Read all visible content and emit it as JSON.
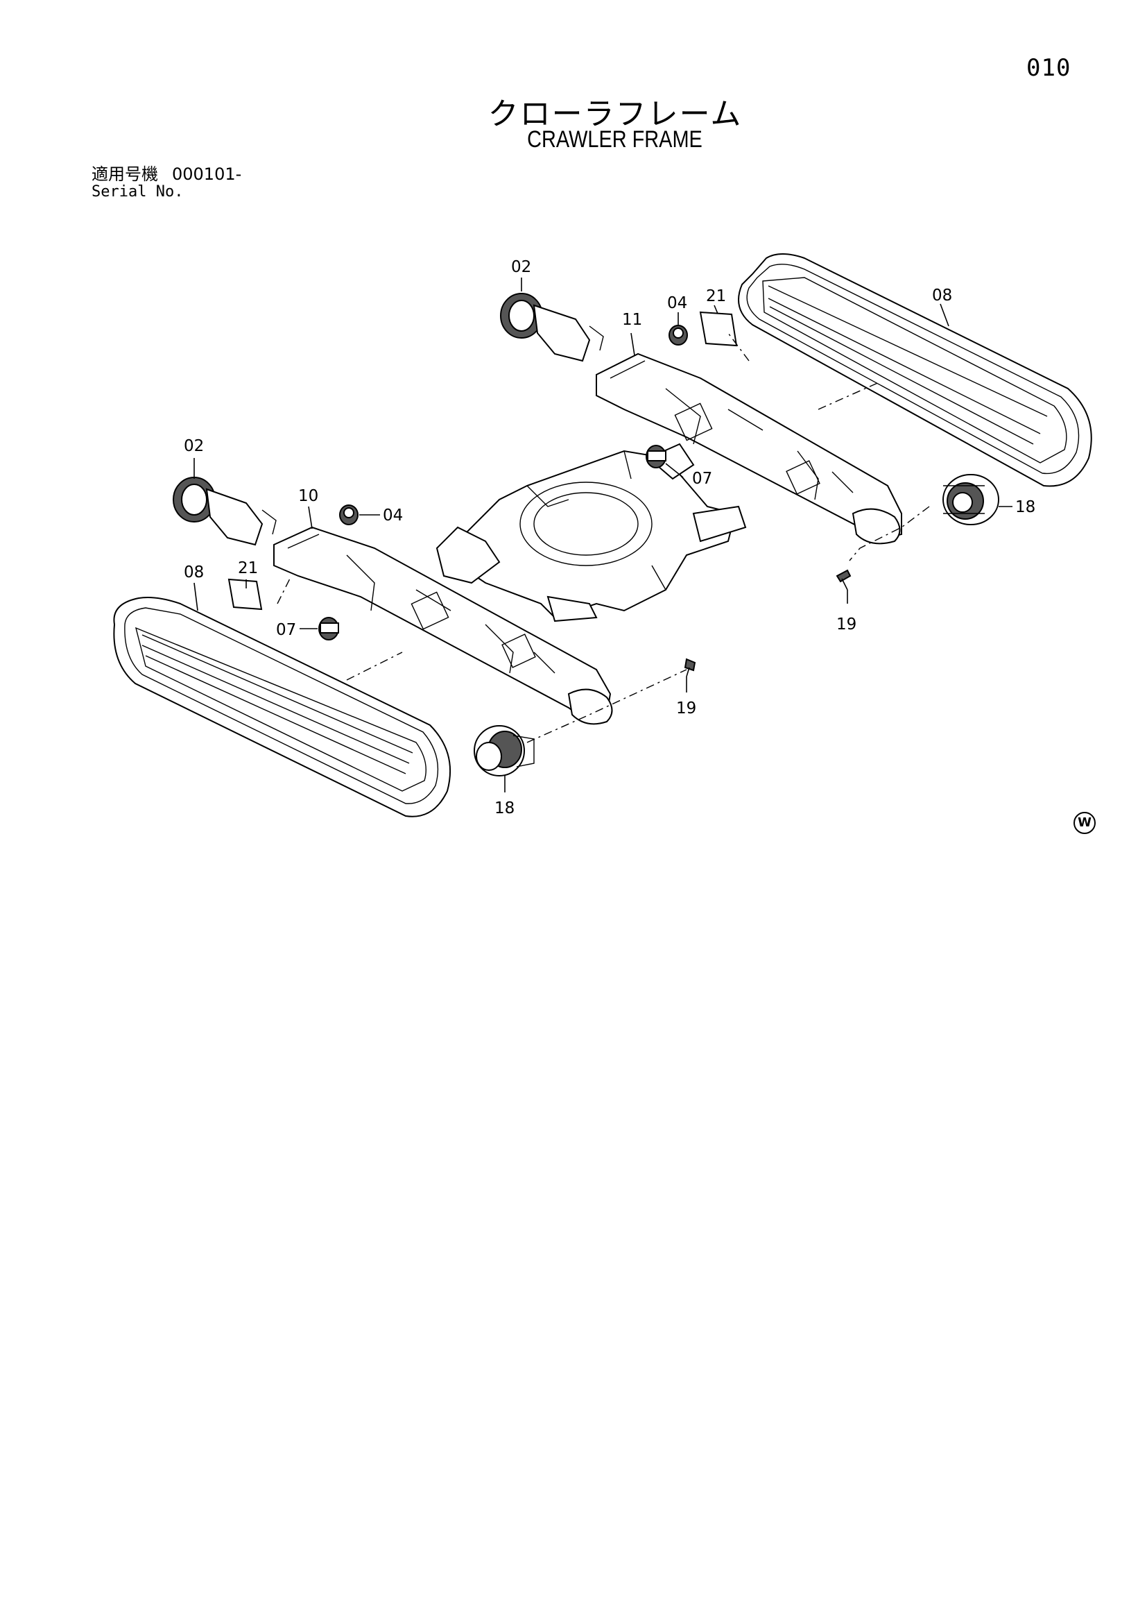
{
  "page_number": "010",
  "title_jp": "クローラフレーム",
  "title_en": "CRAWLER FRAME",
  "serial": {
    "label_jp": "適用号機",
    "range": "000101-",
    "label_en": "Serial No."
  },
  "callouts": {
    "idler_upper": "02",
    "idler_lower": "02",
    "nut_upper": "04",
    "nut_lower": "04",
    "roller_upper": "07",
    "roller_lower": "07",
    "track_upper": "08",
    "track_lower": "08",
    "frame_left": "10",
    "frame_right": "11",
    "motor_upper": "18",
    "motor_lower": "18",
    "bolt_upper": "19",
    "bolt_lower": "19",
    "cover_upper": "21",
    "cover_lower": "21"
  },
  "corner_mark": "W"
}
